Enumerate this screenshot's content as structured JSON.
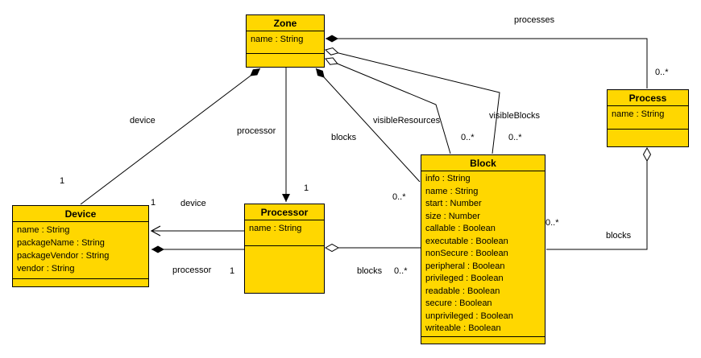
{
  "classes": [
    {
      "id": "zone",
      "name": "Zone",
      "attributes": [
        "name : String"
      ]
    },
    {
      "id": "process",
      "name": "Process",
      "attributes": [
        "name : String"
      ]
    },
    {
      "id": "block",
      "name": "Block",
      "attributes": [
        "info : String",
        "name : String",
        "start : Number",
        "size : Number",
        "callable : Boolean",
        "executable : Boolean",
        "nonSecure : Boolean",
        "peripheral : Boolean",
        "privileged : Boolean",
        "readable : Boolean",
        "secure : Boolean",
        "unprivileged : Boolean",
        "writeable : Boolean"
      ]
    },
    {
      "id": "device",
      "name": "Device",
      "attributes": [
        "name : String",
        "packageName : String",
        "packageVendor : String",
        "vendor : String"
      ]
    },
    {
      "id": "processor",
      "name": "Processor",
      "attributes": [
        "name : String"
      ]
    }
  ],
  "edge_labels": [
    {
      "id": "processes-label",
      "text": "processes"
    },
    {
      "id": "processes-multiplicity",
      "text": "0..*"
    },
    {
      "id": "visibleBlocks-label",
      "text": "visibleBlocks"
    },
    {
      "id": "visibleBlocks-multiplicity",
      "text": "0..*"
    },
    {
      "id": "visibleResources-label",
      "text": "visibleResources"
    },
    {
      "id": "visibleResources-multiplicity",
      "text": "0..*"
    },
    {
      "id": "zone-blocks-label",
      "text": "blocks"
    },
    {
      "id": "zone-blocks-multiplicity",
      "text": "0..*"
    },
    {
      "id": "zone-device-label",
      "text": "device"
    },
    {
      "id": "zone-device-multiplicity",
      "text": "1"
    },
    {
      "id": "zone-processor-label",
      "text": "processor"
    },
    {
      "id": "zone-processor-multiplicity",
      "text": "1"
    },
    {
      "id": "processor-device-label",
      "text": "device"
    },
    {
      "id": "processor-device-multiplicity",
      "text": "1"
    },
    {
      "id": "device-processor-label",
      "text": "processor"
    },
    {
      "id": "device-processor-multiplicity",
      "text": "1"
    },
    {
      "id": "processor-blocks-label",
      "text": "blocks"
    },
    {
      "id": "processor-blocks-multiplicity",
      "text": "0..*"
    },
    {
      "id": "process-blocks-label",
      "text": "blocks"
    },
    {
      "id": "process-blocks-multiplicity",
      "text": "0..*"
    }
  ],
  "colors": {
    "class_fill": "#FFD700",
    "border": "#000000",
    "background": "#FFFFFF",
    "text": "#000000"
  }
}
